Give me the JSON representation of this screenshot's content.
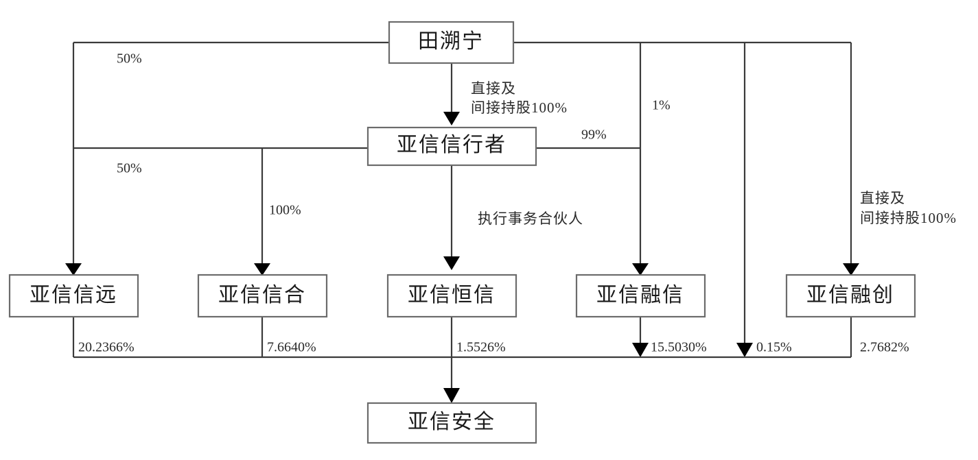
{
  "diagram": {
    "type": "ownership-structure-chart",
    "title_visible": false,
    "colors": {
      "background": "#ffffff",
      "box_border": "#6b6b6b",
      "line": "#3a3a3a",
      "text": "#1a1a1a"
    },
    "nodes": {
      "root": {
        "id": "tian-suning",
        "label": "田溯宁"
      },
      "level2": {
        "id": "yaxin-xinxingzhe",
        "label": "亚信信行者"
      },
      "level3": [
        {
          "id": "yaxin-xinyuan",
          "label": "亚信信远"
        },
        {
          "id": "yaxin-xinhe",
          "label": "亚信信合"
        },
        {
          "id": "yaxin-hengxin",
          "label": "亚信恒信"
        },
        {
          "id": "yaxin-rongxin",
          "label": "亚信融信"
        },
        {
          "id": "yaxin-rongchuang",
          "label": "亚信融创"
        }
      ],
      "target": {
        "id": "yaxin-anquan",
        "label": "亚信安全"
      }
    },
    "edge_labels": {
      "root_to_xinyuan": "50%",
      "root_to_level2": "直接及\n间接持股100%",
      "root_to_level2_line1": "直接及",
      "root_to_level2_line2": "间接持股100%",
      "root_to_rongxin": "1%",
      "root_to_rongchuang_line1": "直接及",
      "root_to_rongchuang_line2": "间接持股100%",
      "level2_to_xinyuan": "50%",
      "level2_to_xinhe": "100%",
      "level2_to_hengxin": "执行事务合伙人",
      "level2_to_rongxin": "99%"
    },
    "holdings": [
      {
        "from": "亚信信远",
        "percent": "20.2366%"
      },
      {
        "from": "亚信信合",
        "percent": "7.6640%"
      },
      {
        "from": "亚信恒信",
        "percent": "1.5526%"
      },
      {
        "from": "亚信融信",
        "percent": "15.5030%"
      },
      {
        "from": "田溯宁",
        "percent": "0.15%"
      },
      {
        "from": "亚信融创",
        "percent": "2.7682%"
      }
    ]
  }
}
